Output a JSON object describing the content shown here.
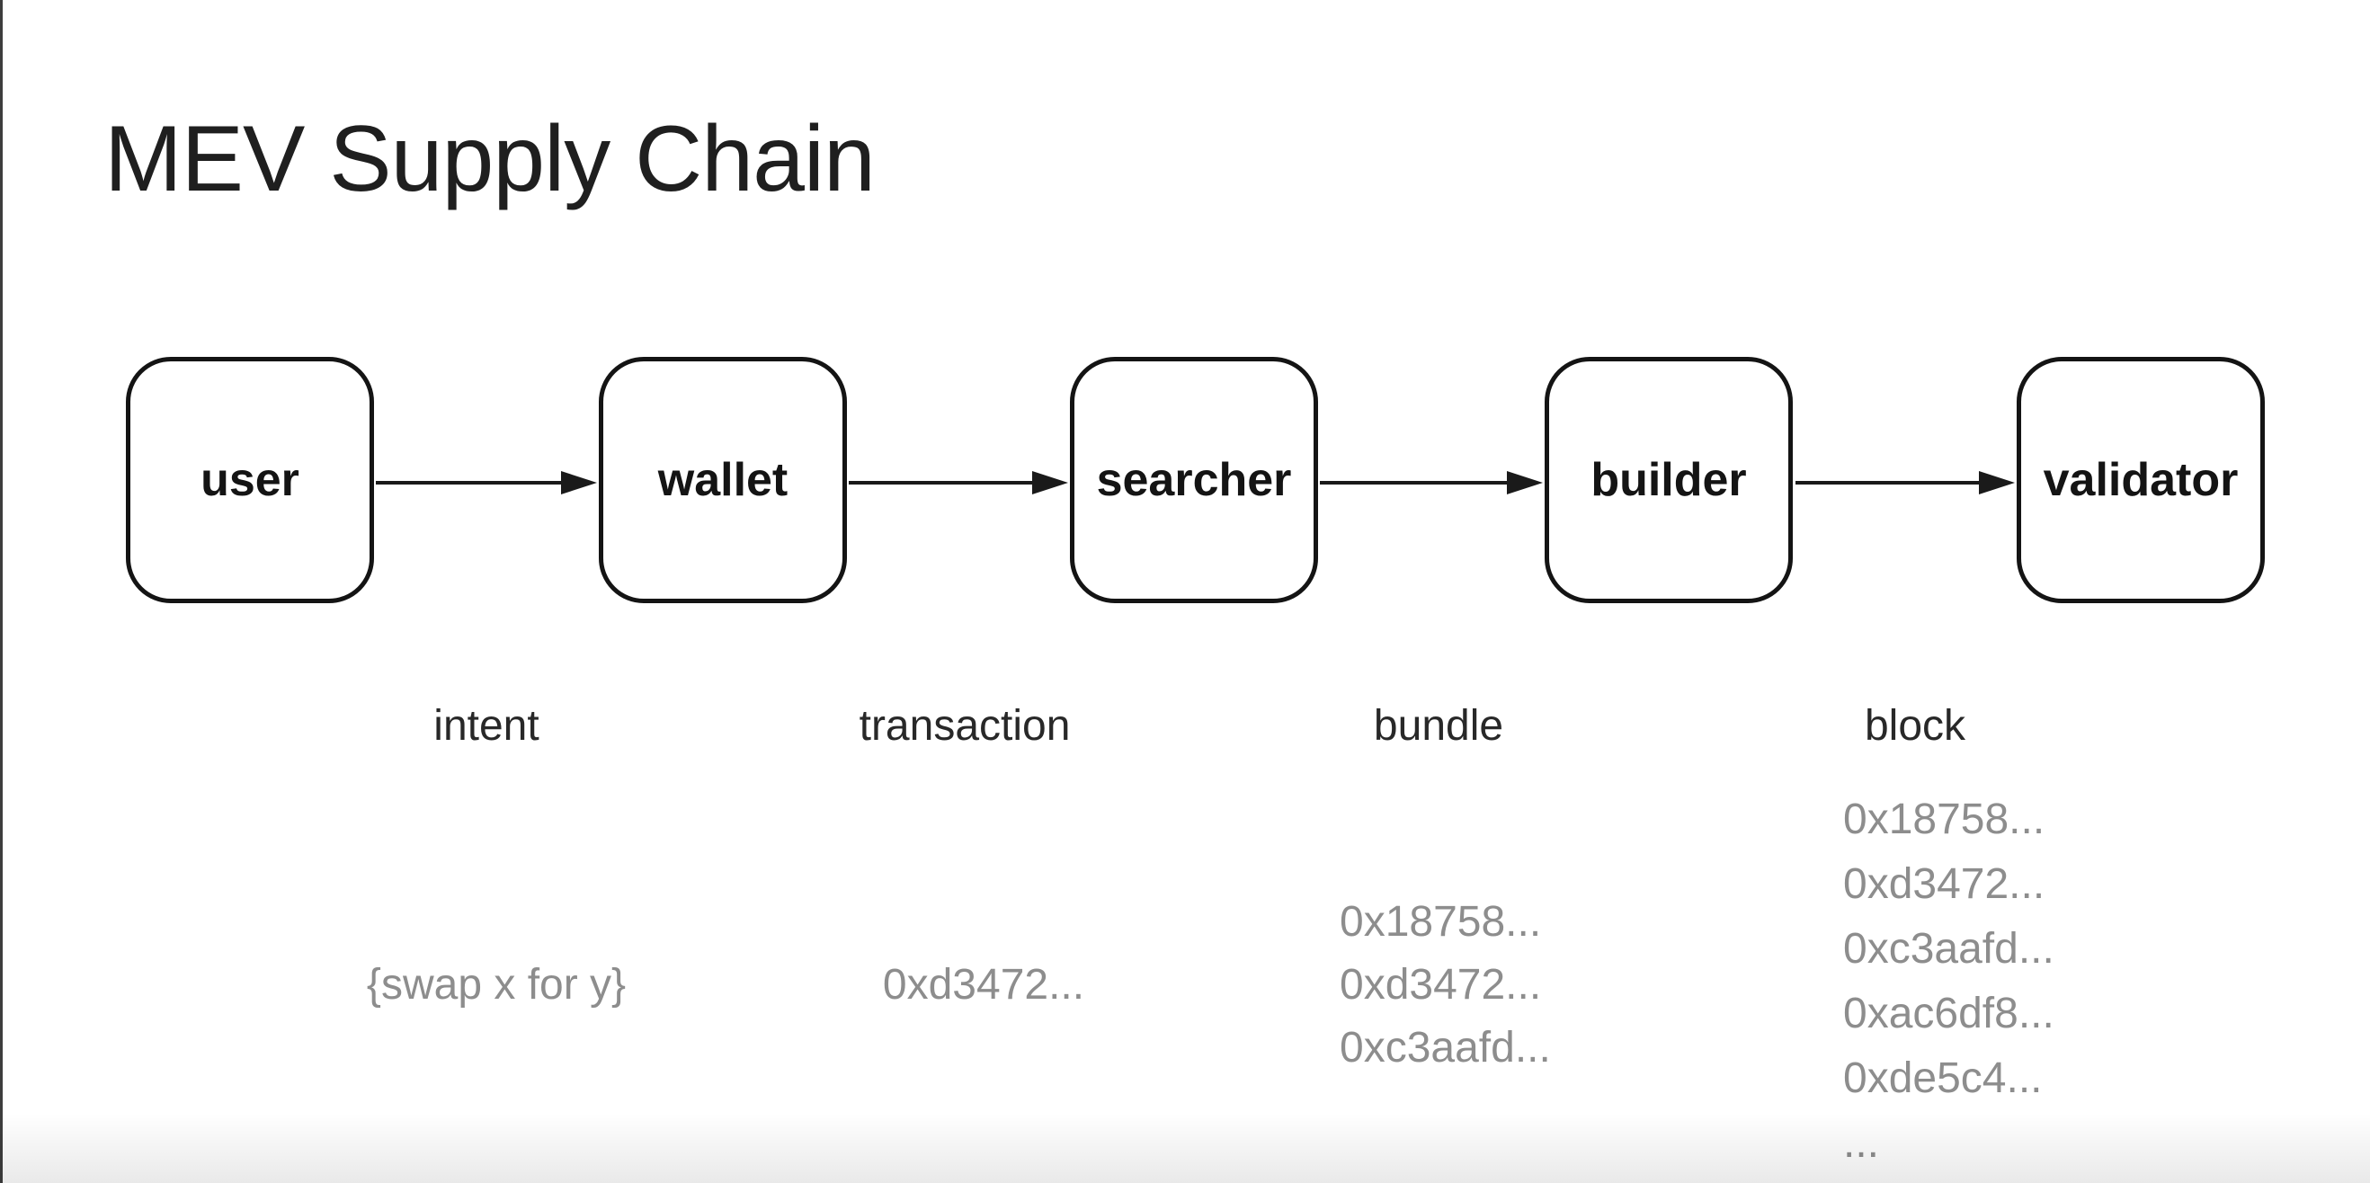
{
  "page": {
    "title": "MEV Supply Chain"
  },
  "diagram": {
    "nodes": [
      {
        "id": "user",
        "label": "user"
      },
      {
        "id": "wallet",
        "label": "wallet"
      },
      {
        "id": "searcher",
        "label": "searcher"
      },
      {
        "id": "builder",
        "label": "builder"
      },
      {
        "id": "validator",
        "label": "validator"
      }
    ],
    "edges": [
      {
        "from": "user",
        "to": "wallet",
        "label": "intent",
        "payload": [
          "{swap x for y}"
        ]
      },
      {
        "from": "wallet",
        "to": "searcher",
        "label": "transaction",
        "payload": [
          "0xd3472..."
        ]
      },
      {
        "from": "searcher",
        "to": "builder",
        "label": "bundle",
        "payload": [
          "0x18758...",
          "0xd3472...",
          "0xc3aafd..."
        ]
      },
      {
        "from": "builder",
        "to": "validator",
        "label": "block",
        "payload": [
          "0x18758...",
          "0xd3472...",
          "0xc3aafd...",
          "0xac6df8...",
          "0xde5c4...",
          "..."
        ]
      }
    ],
    "colors": {
      "background": "#ffffff",
      "ink": "#141414",
      "title_text": "#1f1f1f",
      "edge_label_text": "#282828",
      "payload_text": "#8d8d8d",
      "left_edge_line": "#3d3d3d"
    }
  }
}
